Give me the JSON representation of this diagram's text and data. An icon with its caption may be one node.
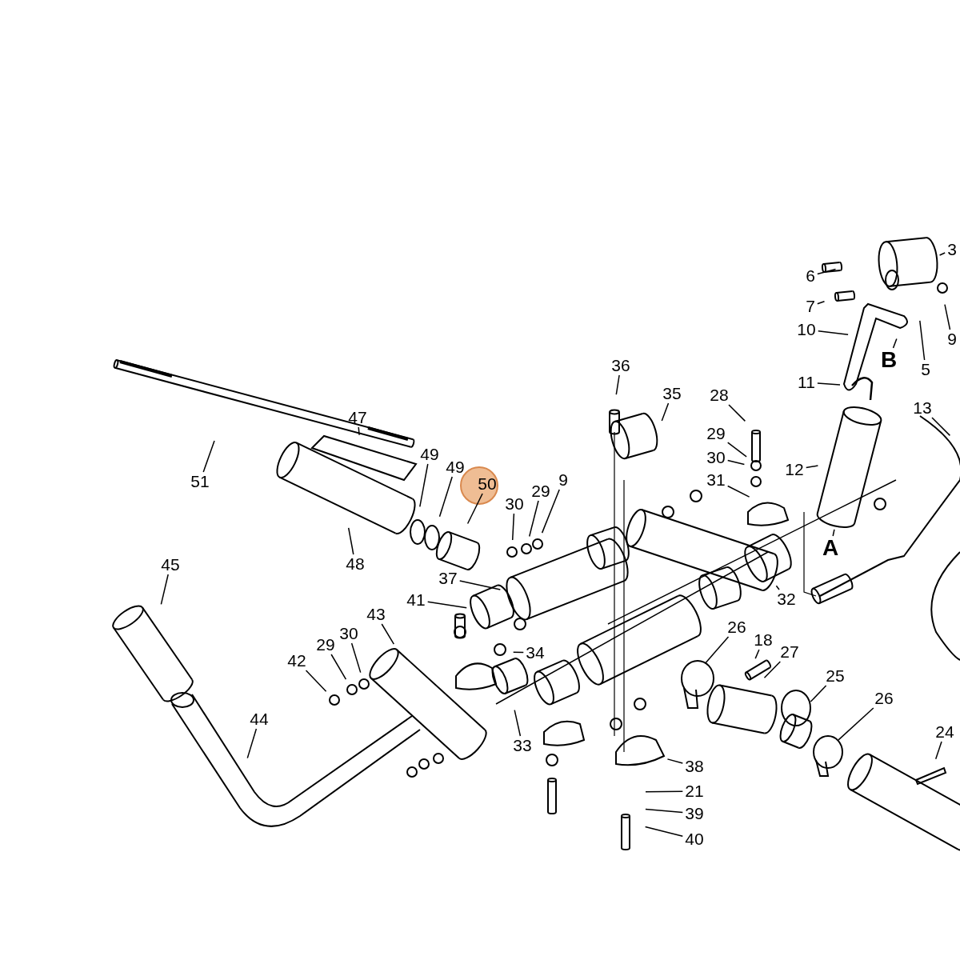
{
  "diagram": {
    "nodes": [
      {
        "text": [
          "3"
        ]
      },
      {
        "text": [
          "6"
        ]
      },
      {
        "text": [
          "7"
        ]
      },
      {
        "text": [
          "10"
        ]
      },
      {
        "text": [
          "9"
        ]
      },
      {
        "text": [
          "B"
        ]
      },
      {
        "text": [
          "5"
        ]
      },
      {
        "text": [
          "36"
        ]
      },
      {
        "text": [
          "11"
        ]
      },
      {
        "text": [
          "35"
        ]
      },
      {
        "text": [
          "28"
        ]
      },
      {
        "text": [
          "13"
        ]
      },
      {
        "text": [
          "47"
        ]
      },
      {
        "text": [
          "29"
        ]
      },
      {
        "text": [
          "49"
        ]
      },
      {
        "text": [
          "30"
        ]
      },
      {
        "text": [
          "49"
        ]
      },
      {
        "text": [
          "12"
        ]
      },
      {
        "text": [
          "9"
        ]
      },
      {
        "text": [
          "51"
        ]
      },
      {
        "text": [
          "31"
        ]
      },
      {
        "text": [
          "50"
        ]
      },
      {
        "text": [
          "29"
        ]
      },
      {
        "text": [
          "30"
        ]
      },
      {
        "text": [
          "A"
        ]
      },
      {
        "text": [
          "48"
        ]
      },
      {
        "text": [
          "45"
        ]
      },
      {
        "text": [
          "37"
        ]
      },
      {
        "text": [
          "41"
        ]
      },
      {
        "text": [
          "32"
        ]
      },
      {
        "text": [
          "43"
        ]
      },
      {
        "text": [
          "26"
        ]
      },
      {
        "text": [
          "30"
        ]
      },
      {
        "text": [
          "18"
        ]
      },
      {
        "text": [
          "29"
        ]
      },
      {
        "text": [
          "27"
        ]
      },
      {
        "text": [
          "34"
        ]
      },
      {
        "text": [
          "42"
        ]
      },
      {
        "text": [
          "25"
        ]
      },
      {
        "text": [
          "26"
        ]
      },
      {
        "text": [
          "44"
        ]
      },
      {
        "text": [
          "24"
        ]
      },
      {
        "text": [
          "33"
        ]
      },
      {
        "text": [
          "38"
        ]
      },
      {
        "text": [
          "21"
        ]
      },
      {
        "text": [
          "39"
        ]
      },
      {
        "text": [
          "40"
        ]
      }
    ],
    "edges": [
      {
        "from": 0,
        "to": null,
        "arrow": "none"
      },
      {
        "from": 1,
        "to": null,
        "arrow": "none"
      },
      {
        "from": 2,
        "to": null,
        "arrow": "none"
      },
      {
        "from": 3,
        "to": null,
        "arrow": "none"
      },
      {
        "from": 4,
        "to": null,
        "arrow": "none"
      },
      {
        "from": 5,
        "to": null,
        "arrow": "none"
      },
      {
        "from": 6,
        "to": null,
        "arrow": "none"
      },
      {
        "from": 7,
        "to": null,
        "arrow": "none"
      },
      {
        "from": 8,
        "to": null,
        "arrow": "none"
      },
      {
        "from": 9,
        "to": null,
        "arrow": "none"
      },
      {
        "from": 10,
        "to": null,
        "arrow": "none"
      },
      {
        "from": 11,
        "to": null,
        "arrow": "none"
      },
      {
        "from": 12,
        "to": null,
        "arrow": "none"
      },
      {
        "from": 13,
        "to": null,
        "arrow": "none"
      },
      {
        "from": 14,
        "to": null,
        "arrow": "none"
      },
      {
        "from": 15,
        "to": null,
        "arrow": "none"
      },
      {
        "from": 16,
        "to": null,
        "arrow": "none"
      },
      {
        "from": 17,
        "to": null,
        "arrow": "none"
      },
      {
        "from": 18,
        "to": null,
        "arrow": "none"
      },
      {
        "from": 19,
        "to": null,
        "arrow": "none"
      },
      {
        "from": 20,
        "to": null,
        "arrow": "none"
      },
      {
        "from": 21,
        "to": null,
        "arrow": "none"
      },
      {
        "from": 22,
        "to": null,
        "arrow": "none"
      },
      {
        "from": 23,
        "to": null,
        "arrow": "none"
      },
      {
        "from": 24,
        "to": null,
        "arrow": "none"
      },
      {
        "from": 25,
        "to": null,
        "arrow": "none"
      },
      {
        "from": 26,
        "to": null,
        "arrow": "none"
      },
      {
        "from": 27,
        "to": null,
        "arrow": "none"
      },
      {
        "from": 28,
        "to": null,
        "arrow": "none"
      },
      {
        "from": 29,
        "to": null,
        "arrow": "none"
      },
      {
        "from": 30,
        "to": null,
        "arrow": "none"
      },
      {
        "from": 31,
        "to": null,
        "arrow": "none"
      },
      {
        "from": 32,
        "to": null,
        "arrow": "none"
      },
      {
        "from": 33,
        "to": null,
        "arrow": "none"
      },
      {
        "from": 34,
        "to": null,
        "arrow": "none"
      },
      {
        "from": 35,
        "to": null,
        "arrow": "none"
      },
      {
        "from": 36,
        "to": null,
        "arrow": "none"
      },
      {
        "from": 37,
        "to": null,
        "arrow": "none"
      },
      {
        "from": 38,
        "to": null,
        "arrow": "none"
      },
      {
        "from": 39,
        "to": null,
        "arrow": "none"
      },
      {
        "from": 40,
        "to": null,
        "arrow": "none"
      },
      {
        "from": 41,
        "to": null,
        "arrow": "none"
      },
      {
        "from": 42,
        "to": null,
        "arrow": "none"
      },
      {
        "from": 43,
        "to": null,
        "arrow": "none"
      },
      {
        "from": 44,
        "to": null,
        "arrow": "none"
      },
      {
        "from": 45,
        "to": null,
        "arrow": "none"
      },
      {
        "from": 46,
        "to": null,
        "arrow": "none"
      }
    ]
  }
}
